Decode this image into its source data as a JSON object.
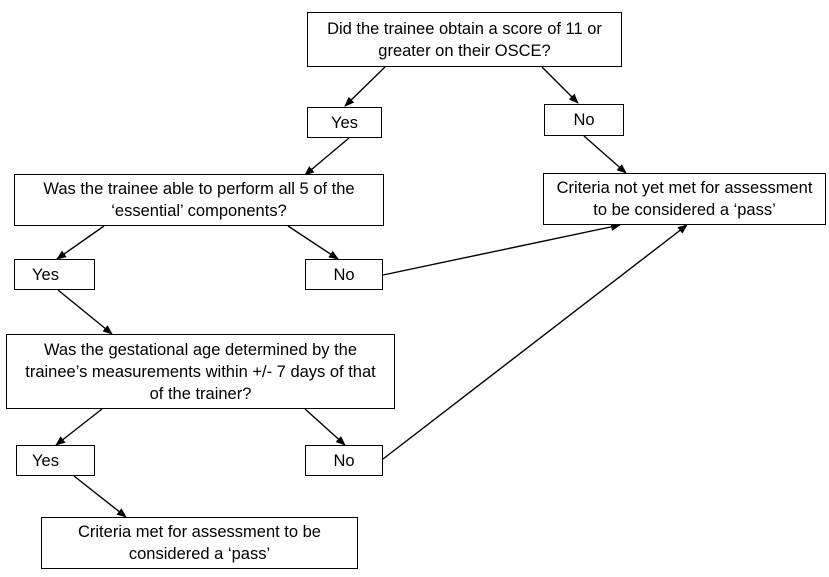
{
  "nodes": {
    "q_osce": {
      "text": "Did the trainee obtain a score of 11 or greater on their OSCE?"
    },
    "osce_yes": {
      "text": "Yes"
    },
    "osce_no": {
      "text": "No"
    },
    "q_essential": {
      "text": "Was the trainee able to perform all 5 of the ‘essential’ components?"
    },
    "essential_yes": {
      "text": "Yes"
    },
    "essential_no": {
      "text": "No"
    },
    "q_gestational": {
      "text": "Was the gestational age determined by the trainee’s measurements within +/- 7 days of that of the trainer?"
    },
    "gestational_yes": {
      "text": "Yes"
    },
    "gestational_no": {
      "text": "No"
    },
    "result_fail": {
      "text": "Criteria not yet met for assessment to be considered a ‘pass’"
    },
    "result_pass": {
      "text": "Criteria met for assessment to be considered a ‘pass’"
    }
  },
  "edges": [
    {
      "from": "q_osce",
      "to": "osce_yes"
    },
    {
      "from": "q_osce",
      "to": "osce_no"
    },
    {
      "from": "osce_yes",
      "to": "q_essential"
    },
    {
      "from": "osce_no",
      "to": "result_fail"
    },
    {
      "from": "q_essential",
      "to": "essential_yes"
    },
    {
      "from": "q_essential",
      "to": "essential_no"
    },
    {
      "from": "essential_no",
      "to": "result_fail"
    },
    {
      "from": "essential_yes",
      "to": "q_gestational"
    },
    {
      "from": "q_gestational",
      "to": "gestational_yes"
    },
    {
      "from": "q_gestational",
      "to": "gestational_no"
    },
    {
      "from": "gestational_no",
      "to": "result_fail"
    },
    {
      "from": "gestational_yes",
      "to": "result_pass"
    }
  ]
}
